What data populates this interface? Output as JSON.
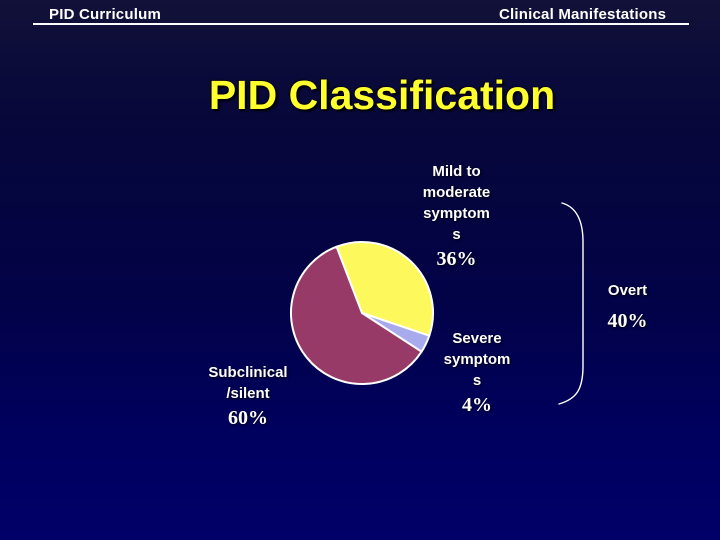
{
  "colors": {
    "background_top": "#111139",
    "background_bottom": "#000068",
    "title_text": "#ffff2e",
    "body_text": "#ffffff",
    "slice_mild": "#fdf95c",
    "slice_severe": "#a7abee",
    "slice_subclinical": "#983a67",
    "slice_border": "#ffffff"
  },
  "header": {
    "left": "PID Curriculum",
    "right": "Clinical Manifestations"
  },
  "title": "PID Classification",
  "chart_data": {
    "type": "pie",
    "title": "PID Classification",
    "start_angle_deg": -21,
    "direction": "clockwise",
    "slices": [
      {
        "name": "Mild to moderate symptoms",
        "value": 36,
        "pct": "36%",
        "color": "#fdf95c",
        "label_lines": [
          "Mild to",
          "moderate",
          "symptom",
          "s"
        ]
      },
      {
        "name": "Severe symptoms",
        "value": 4,
        "pct": "4%",
        "color": "#a7abee",
        "label_lines": [
          "Severe",
          "symptom",
          "s"
        ]
      },
      {
        "name": "Subclinical/silent",
        "value": 60,
        "pct": "60%",
        "color": "#983a67",
        "label_lines": [
          "Subclinical",
          "/silent"
        ]
      }
    ],
    "annotation": {
      "label": "Overt",
      "pct": "40%"
    }
  }
}
